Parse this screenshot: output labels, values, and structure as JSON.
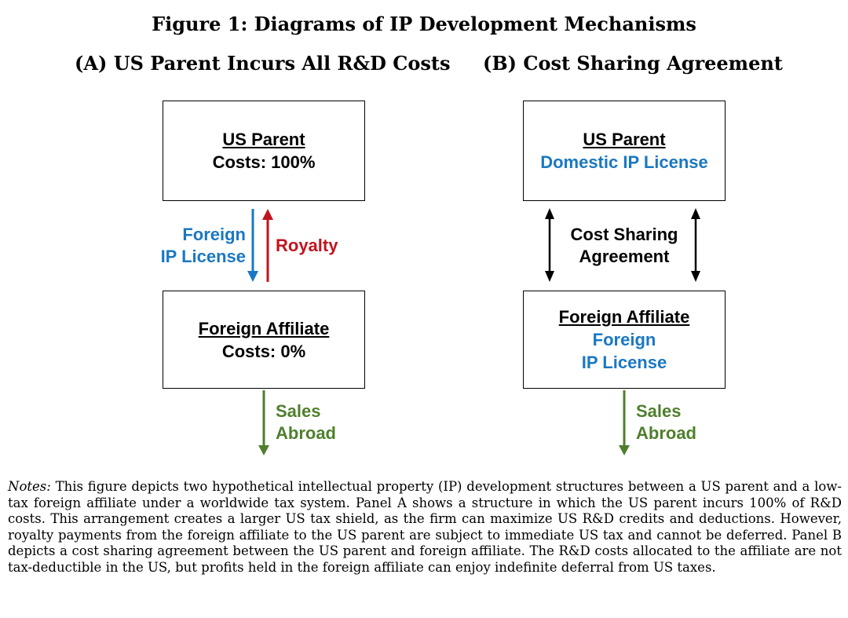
{
  "figure_title": "Figure 1: Diagrams of IP Development Mechanisms",
  "panel_a": {
    "title": "(A) US Parent Incurs All R&D Costs",
    "top_box": {
      "name": "US Parent",
      "sub": "Costs: 100%"
    },
    "bottom_box": {
      "name": "Foreign Affiliate",
      "sub": "Costs: 0%"
    },
    "down_arrow_label": [
      "Foreign",
      "IP License"
    ],
    "up_arrow_label": "Royalty",
    "sales_label": [
      "Sales",
      "Abroad"
    ]
  },
  "panel_b": {
    "title": "(B) Cost Sharing Agreement",
    "top_box": {
      "name": "US Parent",
      "sub": "Domestic IP License"
    },
    "bottom_box": {
      "name": "Foreign Affiliate",
      "sub_lines": [
        "Foreign",
        "IP License"
      ]
    },
    "middle_label": [
      "Cost Sharing",
      "Agreement"
    ],
    "sales_label": [
      "Sales",
      "Abroad"
    ]
  },
  "notes": {
    "lead": "Notes:",
    "text": " This figure depicts two hypothetical intellectual property (IP) development structures between a US parent and a low-tax foreign affiliate under a worldwide tax system. Panel A shows a structure in which the US parent incurs 100% of R&D costs. This arrangement creates a larger US tax shield, as the firm can maximize US R&D credits and deductions. However, royalty payments from the foreign affiliate to the US parent are subject to immediate US tax and cannot be deferred. Panel B depicts a cost sharing agreement between the US parent and foreign affiliate. The R&D costs allocated to the affiliate are not tax-deductible in the US, but profits held in the foreign affiliate can enjoy indefinite deferral from US taxes."
  },
  "colors": {
    "blue": "#1a78c2",
    "red": "#c0141e",
    "green": "#4f7f2d",
    "black": "#000000"
  }
}
